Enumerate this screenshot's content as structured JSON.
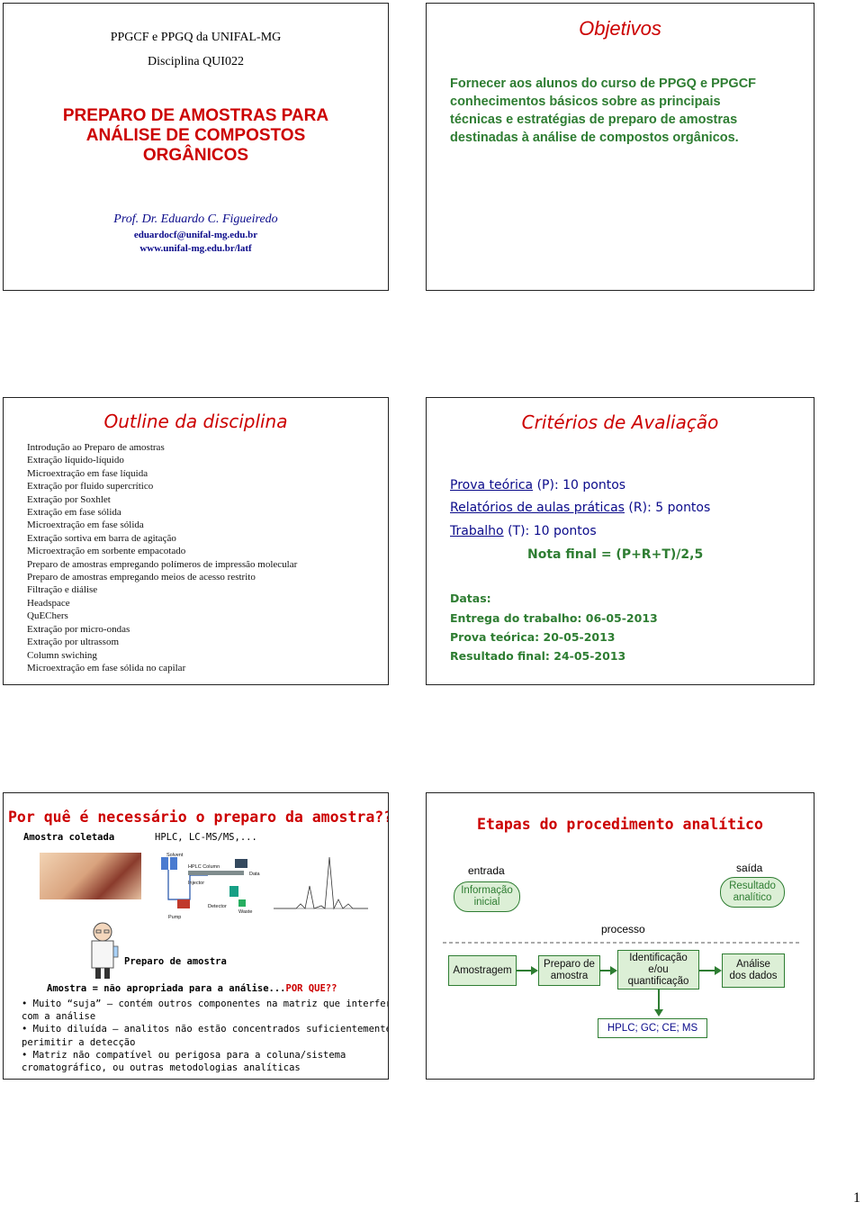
{
  "slide1": {
    "line1": "PPGCF e PPGQ da UNIFAL-MG",
    "line2": "Disciplina QUI022",
    "title_lines": [
      "PREPARO DE AMOSTRAS PARA",
      "ANÁLISE DE COMPOSTOS",
      "ORGÂNICOS"
    ],
    "professor": "Prof. Dr. Eduardo C. Figueiredo",
    "email": "eduardocf@unifal-mg.edu.br",
    "site": "www.unifal-mg.edu.br/latf"
  },
  "slide2": {
    "title": "Objetivos",
    "body_lines": [
      "Fornecer aos alunos do curso de PPGQ e PPGCF",
      "conhecimentos básicos sobre as principais",
      "técnicas e estratégias de preparo de amostras",
      "destinadas à análise de compostos orgânicos."
    ]
  },
  "slide3": {
    "title": "Outline da disciplina",
    "items": [
      "Introdução ao Preparo de amostras",
      "Extração líquido-líquido",
      "Microextração em fase líquida",
      "Extração por fluido supercrítico",
      "Extração por Soxhlet",
      "Extração em fase sólida",
      "Microextração em fase sólida",
      "Extração sortiva em barra de agitação",
      "Microextração em sorbente empacotado",
      "Preparo de amostras empregando polímeros de impressão molecular",
      "Preparo de amostras empregando meios de acesso restrito",
      "Filtração e diálise",
      "Headspace",
      "QuEChers",
      "Extração por micro-ondas",
      "Extração por ultrassom",
      "Column swiching",
      "Microextração em fase sólida no capilar"
    ]
  },
  "slide4": {
    "title": "Critérios de Avaliação",
    "prova_label": "Prova teórica",
    "prova_rest": " (P): 10 pontos",
    "relat_label": "Relatórios de aulas práticas",
    "relat_rest": " (R): 5 pontos",
    "trab_label": "Trabalho",
    "trab_rest": " (T): 10 pontos",
    "nota": "Nota final = (P+R+T)/2,5",
    "datas_label": "Datas:",
    "date1": "Entrega do trabalho: 06-05-2013",
    "date2": "Prova teórica: 20-05-2013",
    "date3": "Resultado final: 24-05-2013"
  },
  "slide5": {
    "title": "Por quê é necessário o preparo da amostra??",
    "amostra_coletada": "Amostra coletada",
    "hplc": "HPLC, LC-MS/MS,...",
    "scheme_labels": {
      "solvent": "Solvent",
      "column": "HPLC Column",
      "injector": "Injector",
      "data": "Data",
      "pump": "Pump",
      "detector": "Detector",
      "waste": "Waste"
    },
    "preparo": "Preparo de amostra",
    "question_main": "Amostra = não apropriada para a análise...",
    "question_red": "POR QUE??",
    "bullet_lines": [
      "• Muito “suja” – contém outros componentes na matriz que interferem",
      "com a análise",
      "• Muito diluída – analitos não estão concentrados suficientemente para",
      "perimitir a detecção",
      "• Matriz não compatível ou perigosa para a coluna/sistema",
      "cromatográfico, ou outras metodologias analíticas"
    ]
  },
  "slide6": {
    "title": "Etapas do procedimento analítico",
    "entrada": "entrada",
    "saida": "saída",
    "processo": "processo",
    "info_lines": [
      "Informação",
      "inicial"
    ],
    "result_lines": [
      "Resultado",
      "analítico"
    ],
    "steps": {
      "amostragem": [
        "Amostragem"
      ],
      "preparo": [
        "Preparo de",
        "amostra"
      ],
      "ident": [
        "Identificação",
        "e/ou",
        "quantificação"
      ],
      "analise": [
        "Análise",
        "dos dados"
      ]
    },
    "techniques": "HPLC; GC; CE; MS"
  },
  "page_number": "1",
  "colors": {
    "red": "#cc0000",
    "green": "#2e7d32",
    "navy": "#0a0a8a",
    "box_fill": "#dcefd6"
  }
}
